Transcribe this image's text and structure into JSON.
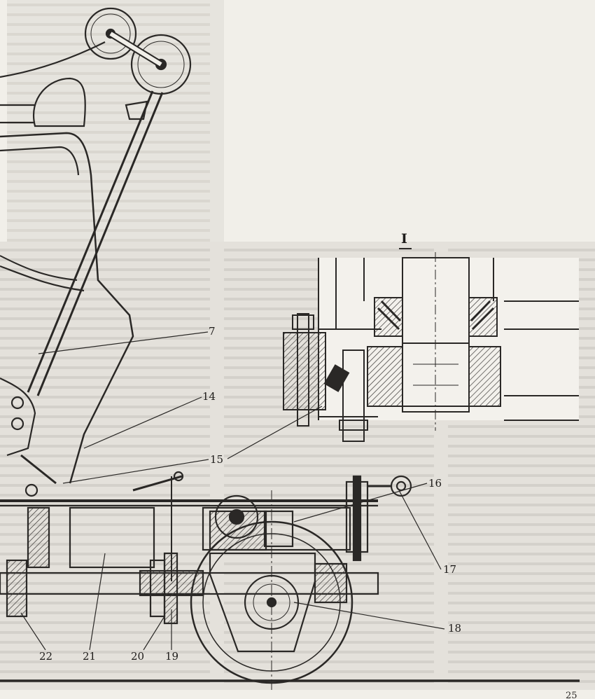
{
  "section_label": "I",
  "page_number": "25",
  "callouts": [
    {
      "id": "7",
      "text": "7"
    },
    {
      "id": "14",
      "text": "14"
    },
    {
      "id": "15",
      "text": "15"
    },
    {
      "id": "16",
      "text": "16"
    },
    {
      "id": "17",
      "text": "17"
    },
    {
      "id": "18",
      "text": "18"
    },
    {
      "id": "19",
      "text": "19"
    },
    {
      "id": "20",
      "text": "20"
    },
    {
      "id": "21",
      "text": "21"
    },
    {
      "id": "22",
      "text": "22"
    }
  ],
  "colors": {
    "paper": "#f1efe9",
    "ink": "#2a2826",
    "text_band": "#cfccc6",
    "hatch": "#3a3836"
  }
}
